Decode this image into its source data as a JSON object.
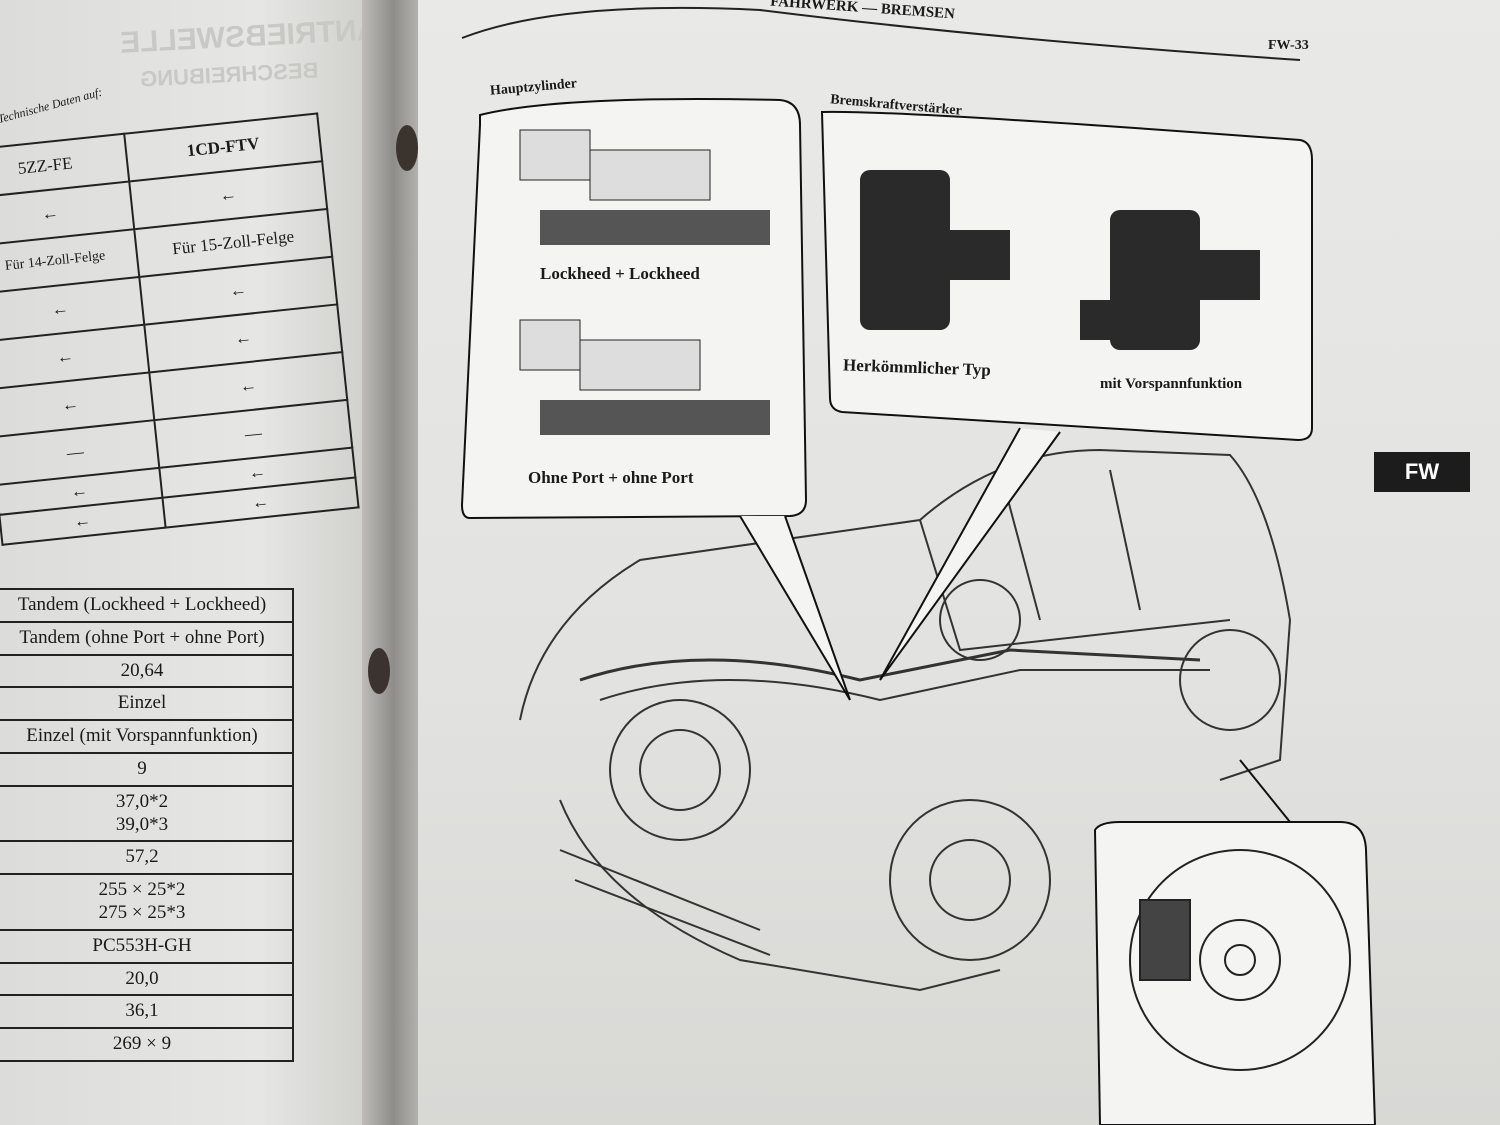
{
  "left_page": {
    "ghost_heading": "ANTRIEBSWELLE",
    "ghost_subheading": "BESCHREIBUNG",
    "table_caption": "Technische Daten auf:",
    "spec_table": {
      "headers": [
        "5ZZ-FE",
        "1CD-FTV"
      ],
      "rows": [
        [
          "←",
          "←"
        ],
        [
          "Für 14-Zoll-Felge",
          "Für 15-Zoll-Felge"
        ],
        [
          "←",
          "←"
        ],
        [
          "←",
          "←"
        ],
        [
          "←",
          "←"
        ],
        [
          "—",
          "—"
        ],
        [
          "←",
          "←"
        ],
        [
          "←",
          "←"
        ]
      ]
    },
    "value_table": [
      "Tandem (Lockheed + Lockheed)",
      "Tandem (ohne Port + ohne Port)",
      "20,64",
      "Einzel",
      "Einzel (mit Vorspannfunktion)",
      "9",
      "37,0*2\n39,0*3",
      "57,2",
      "255 × 25*2\n275 × 25*3",
      "PC553H-GH",
      "20,0",
      "36,1",
      "269 × 9"
    ]
  },
  "right_page": {
    "header_title": "FAHRWERK — BREMSEN",
    "page_number": "FW-33",
    "section_tab": "FW",
    "master_cylinder": {
      "title": "Hauptzylinder",
      "caption_top": "Lockheed + Lockheed",
      "caption_bottom": "Ohne Port + ohne Port"
    },
    "brake_booster": {
      "title": "Bremskraftverstärker",
      "caption_left": "Herkömmlicher Typ",
      "caption_right": "mit Vorspannfunktion"
    }
  }
}
